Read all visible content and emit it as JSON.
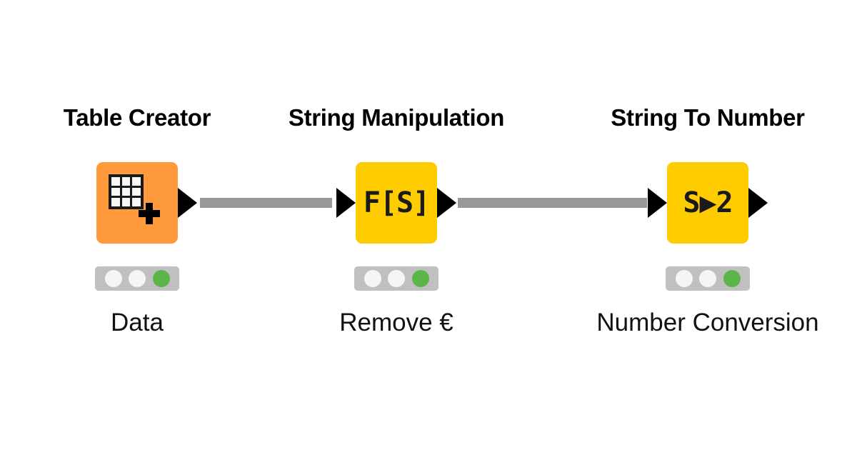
{
  "canvas": {
    "background": "#ffffff",
    "name": "knime-workflow-canvas"
  },
  "palette": {
    "node_orange": "#FF9B3C",
    "node_yellow": "#FFCC00",
    "status_bar_gray": "#c0c0c0",
    "status_led_idle": "#f5f5f5",
    "status_led_executed": "#5CB54B",
    "wire_gray": "#989898",
    "port_black": "#000000",
    "text_black": "#000000"
  },
  "nodes": [
    {
      "id": "table-creator",
      "title": "Table Creator",
      "label": "Data",
      "color": "#FF9B3C",
      "icon": "table-grid-plus-icon",
      "icon_glyph": "",
      "has_input_port": false,
      "has_output_port": true,
      "status": {
        "leds": [
          "idle",
          "idle",
          "executed"
        ],
        "state": "executed"
      }
    },
    {
      "id": "string-manipulation",
      "title": "String Manipulation",
      "label": "Remove €",
      "color": "#FFCC00",
      "icon": "string-function-icon",
      "icon_glyph": "F[S]",
      "has_input_port": true,
      "has_output_port": true,
      "status": {
        "leds": [
          "idle",
          "idle",
          "executed"
        ],
        "state": "executed"
      }
    },
    {
      "id": "string-to-number",
      "title": "String To Number",
      "label": "Number  Conversion",
      "color": "#FFCC00",
      "icon": "string-to-number-icon",
      "icon_glyph": "S▶2",
      "has_input_port": true,
      "has_output_port": true,
      "status": {
        "leds": [
          "idle",
          "idle",
          "executed"
        ],
        "state": "executed"
      }
    }
  ],
  "connections": [
    {
      "id": "wire-1",
      "from": "table-creator",
      "to": "string-manipulation"
    },
    {
      "id": "wire-2",
      "from": "string-manipulation",
      "to": "string-to-number"
    }
  ]
}
